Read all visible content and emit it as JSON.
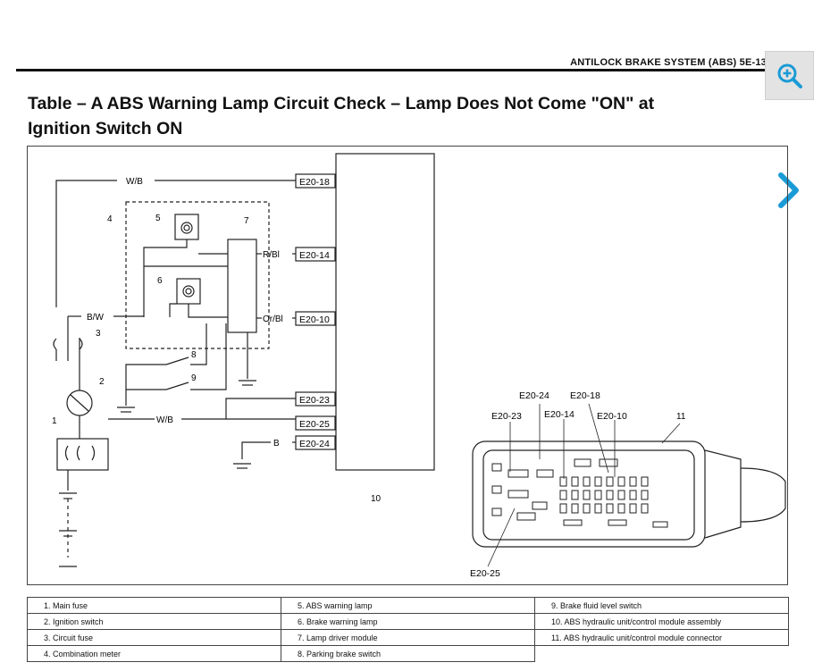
{
  "header": {
    "section": "ANTILOCK BRAKE SYSTEM (ABS) 5E-13",
    "title_line1": "Table – A ABS Warning Lamp Circuit Check – Lamp Does Not Come \"ON\" at",
    "title_line2": "Ignition Switch ON"
  },
  "controls": {
    "zoom_icon": "zoom-in-icon",
    "next_icon": "chevron-right-icon",
    "accent_color": "#1a9bd6"
  },
  "diagram": {
    "wires": {
      "wb_top": "W/B",
      "wb_bottom": "W/B",
      "bw": "B/W",
      "rbl": "R/Bl",
      "orbl": "Or/Bl",
      "b": "B"
    },
    "terminals": {
      "t1": "E20-18",
      "t2": "E20-14",
      "t3": "E20-10",
      "t4": "E20-23",
      "t5": "E20-25",
      "t6": "E20-24"
    },
    "callouts": {
      "n1": "1",
      "n2": "2",
      "n3": "3",
      "n4": "4",
      "n5": "5",
      "n6": "6",
      "n7": "7",
      "n8": "8",
      "n9": "9",
      "n10": "10",
      "n11": "11"
    },
    "connector_labels": {
      "c1": "E20-24",
      "c2": "E20-18",
      "c3": "E20-23",
      "c4": "E20-14",
      "c5": "E20-10",
      "c6": "E20-25"
    }
  },
  "legend": {
    "col1": [
      "1. Main fuse",
      "2. Ignition switch",
      "3. Circuit fuse",
      "4. Combination meter"
    ],
    "col2": [
      "5. ABS warning lamp",
      "6. Brake warning lamp",
      "7. Lamp driver module",
      "8. Parking brake switch"
    ],
    "col3": [
      "9. Brake fluid level switch",
      "10. ABS hydraulic unit/control module assembly",
      "11. ABS hydraulic unit/control module connector"
    ]
  }
}
